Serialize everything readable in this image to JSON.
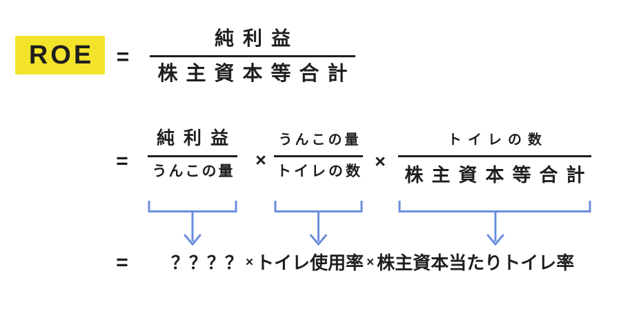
{
  "colors": {
    "highlight": "#F3E32B",
    "ink": "#1E1E1E",
    "arrow": "#6A8EDC"
  },
  "formula": {
    "label": "ROE",
    "equals": "=",
    "times": "×",
    "top_fraction": {
      "numerator": "純利益",
      "denominator": "株主資本等合計"
    },
    "decomposition": [
      {
        "numerator": "純利益",
        "denominator": "うんこの量"
      },
      {
        "numerator": "うんこの量",
        "denominator": "トイレの数"
      },
      {
        "numerator": "トイレの数",
        "denominator": "株主資本等合計"
      }
    ],
    "result": {
      "term1": "？？？？",
      "term2": "トイレ使用率",
      "term3": "株主資本当たりトイレ率"
    }
  }
}
